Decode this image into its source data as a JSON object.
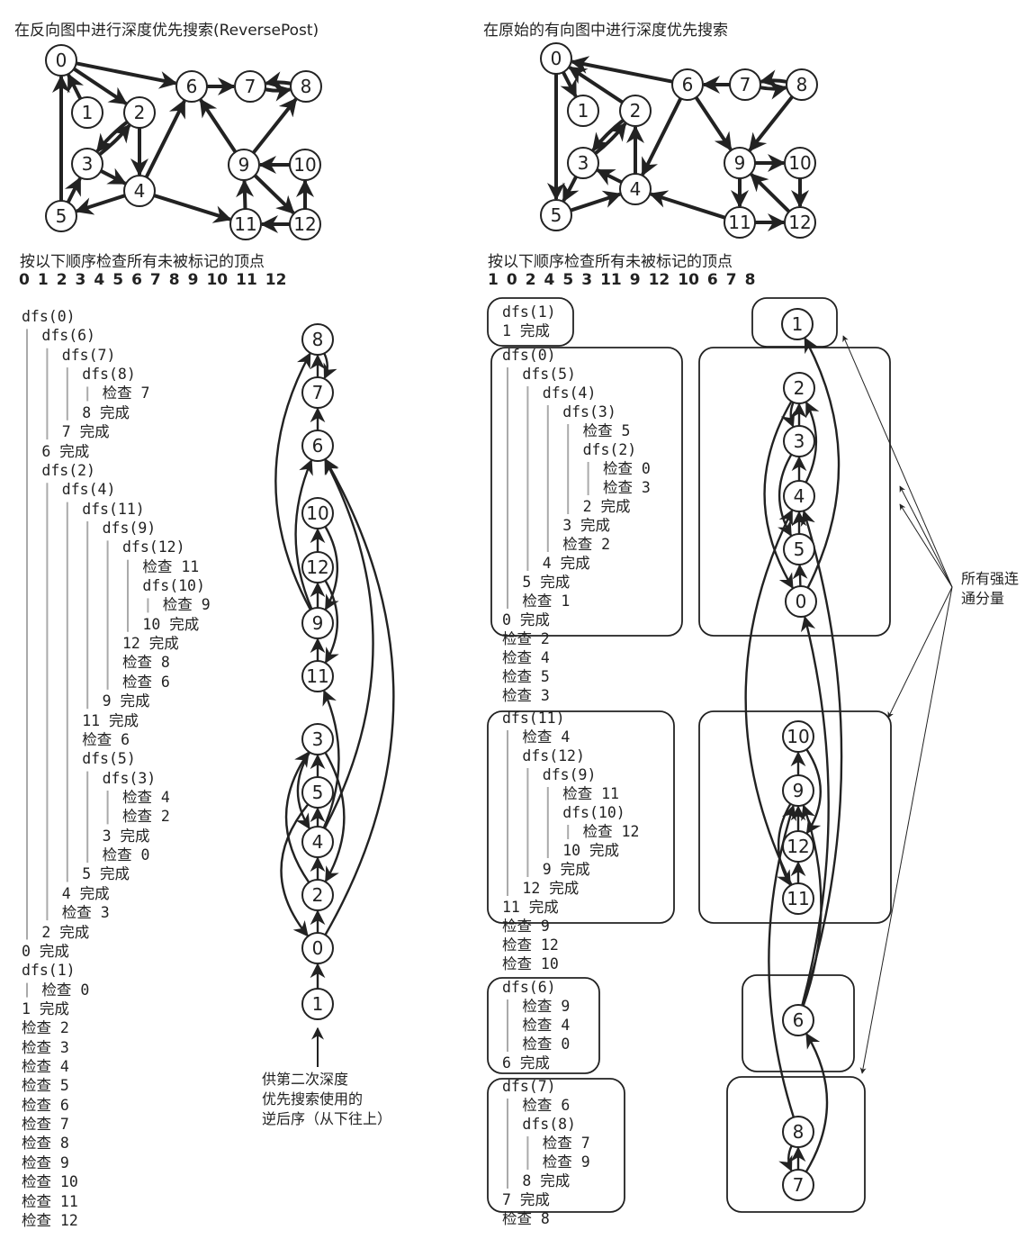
{
  "left": {
    "title": "在反向图中进行深度优先搜索(ReversePost)",
    "order_caption": "按以下顺序检查所有未被标记的顶点",
    "order": [
      "0",
      "1",
      "2",
      "3",
      "4",
      "5",
      "6",
      "7",
      "8",
      "9",
      "10",
      "11",
      "12"
    ],
    "edges": [
      [
        0,
        6
      ],
      [
        0,
        2
      ],
      [
        1,
        0
      ],
      [
        2,
        3
      ],
      [
        3,
        2
      ],
      [
        2,
        4
      ],
      [
        3,
        4
      ],
      [
        4,
        5
      ],
      [
        5,
        3
      ],
      [
        5,
        0
      ],
      [
        4,
        6
      ],
      [
        4,
        11
      ],
      [
        6,
        7
      ],
      [
        7,
        8
      ],
      [
        8,
        7
      ],
      [
        9,
        6
      ],
      [
        9,
        8
      ],
      [
        10,
        9
      ],
      [
        9,
        12
      ],
      [
        11,
        9
      ],
      [
        12,
        10
      ],
      [
        12,
        11
      ]
    ],
    "trace": [
      {
        "l": 0,
        "t": "dfs(0)"
      },
      {
        "l": 1,
        "t": "dfs(6)"
      },
      {
        "l": 2,
        "t": "dfs(7)"
      },
      {
        "l": 3,
        "t": "dfs(8)"
      },
      {
        "l": 4,
        "t": "检查 7"
      },
      {
        "l": 3,
        "t": "8 完成"
      },
      {
        "l": 2,
        "t": "7 完成"
      },
      {
        "l": 1,
        "t": "6 完成"
      },
      {
        "l": 1,
        "t": "dfs(2)"
      },
      {
        "l": 2,
        "t": "dfs(4)"
      },
      {
        "l": 3,
        "t": "dfs(11)"
      },
      {
        "l": 4,
        "t": "dfs(9)"
      },
      {
        "l": 5,
        "t": "dfs(12)"
      },
      {
        "l": 6,
        "t": "检查 11"
      },
      {
        "l": 6,
        "t": "dfs(10)"
      },
      {
        "l": 7,
        "t": "检查 9"
      },
      {
        "l": 6,
        "t": "10 完成"
      },
      {
        "l": 5,
        "t": "12 完成"
      },
      {
        "l": 5,
        "t": "检查 8"
      },
      {
        "l": 5,
        "t": "检查 6"
      },
      {
        "l": 4,
        "t": "9 完成"
      },
      {
        "l": 3,
        "t": "11 完成"
      },
      {
        "l": 3,
        "t": "检查 6"
      },
      {
        "l": 3,
        "t": "dfs(5)"
      },
      {
        "l": 4,
        "t": "dfs(3)"
      },
      {
        "l": 5,
        "t": "检查 4"
      },
      {
        "l": 5,
        "t": "检查 2"
      },
      {
        "l": 4,
        "t": "3 完成"
      },
      {
        "l": 4,
        "t": "检查 0"
      },
      {
        "l": 3,
        "t": "5 完成"
      },
      {
        "l": 2,
        "t": "4 完成"
      },
      {
        "l": 2,
        "t": "检查 3"
      },
      {
        "l": 1,
        "t": "2 完成"
      },
      {
        "l": 0,
        "t": "0 完成"
      },
      {
        "l": 0,
        "t": "dfs(1)"
      },
      {
        "l": 1,
        "t": "检查 0"
      },
      {
        "l": 0,
        "t": "1 完成"
      },
      {
        "l": 0,
        "t": "检查 2"
      },
      {
        "l": 0,
        "t": "检查 3"
      },
      {
        "l": 0,
        "t": "检查 4"
      },
      {
        "l": 0,
        "t": "检查 5"
      },
      {
        "l": 0,
        "t": "检查 6"
      },
      {
        "l": 0,
        "t": "检查 7"
      },
      {
        "l": 0,
        "t": "检查 8"
      },
      {
        "l": 0,
        "t": "检查 9"
      },
      {
        "l": 0,
        "t": "检查 10"
      },
      {
        "l": 0,
        "t": "检查 11"
      },
      {
        "l": 0,
        "t": "检查 12"
      }
    ],
    "reverse_post": [
      "8",
      "7",
      "6",
      "10",
      "12",
      "9",
      "11",
      "3",
      "5",
      "4",
      "2",
      "0",
      "1"
    ],
    "note": [
      "供第二次深度",
      "优先搜索使用的",
      "逆后序（从下往上）"
    ]
  },
  "right": {
    "title": "在原始的有向图中进行深度优先搜索",
    "order_caption": "按以下顺序检查所有未被标记的顶点",
    "order": [
      "1",
      "0",
      "2",
      "4",
      "5",
      "3",
      "11",
      "9",
      "12",
      "10",
      "6",
      "7",
      "8"
    ],
    "edges": [
      [
        0,
        1
      ],
      [
        0,
        5
      ],
      [
        2,
        0
      ],
      [
        2,
        3
      ],
      [
        3,
        2
      ],
      [
        3,
        5
      ],
      [
        4,
        2
      ],
      [
        4,
        3
      ],
      [
        5,
        4
      ],
      [
        6,
        0
      ],
      [
        6,
        4
      ],
      [
        6,
        9
      ],
      [
        7,
        6
      ],
      [
        7,
        8
      ],
      [
        8,
        7
      ],
      [
        8,
        9
      ],
      [
        9,
        10
      ],
      [
        9,
        11
      ],
      [
        10,
        12
      ],
      [
        11,
        4
      ],
      [
        11,
        12
      ],
      [
        12,
        9
      ]
    ],
    "trace": [
      {
        "l": 0,
        "t": "dfs(1)"
      },
      {
        "l": 0,
        "t": "1 完成"
      },
      {
        "l": 0,
        "t": "dfs(0)"
      },
      {
        "l": 1,
        "t": "dfs(5)"
      },
      {
        "l": 2,
        "t": "dfs(4)"
      },
      {
        "l": 3,
        "t": "dfs(3)"
      },
      {
        "l": 4,
        "t": "检查 5"
      },
      {
        "l": 4,
        "t": "dfs(2)"
      },
      {
        "l": 5,
        "t": "检查 0"
      },
      {
        "l": 5,
        "t": "检查 3"
      },
      {
        "l": 4,
        "t": "2 完成"
      },
      {
        "l": 3,
        "t": "3 完成"
      },
      {
        "l": 3,
        "t": "检查 2"
      },
      {
        "l": 2,
        "t": "4 完成"
      },
      {
        "l": 1,
        "t": "5 完成"
      },
      {
        "l": 1,
        "t": "检查 1"
      },
      {
        "l": 0,
        "t": "0 完成"
      },
      {
        "l": 0,
        "t": "检查 2"
      },
      {
        "l": 0,
        "t": "检查 4"
      },
      {
        "l": 0,
        "t": "检查 5"
      },
      {
        "l": 0,
        "t": "检查 3"
      },
      {
        "l": 0,
        "t": "dfs(11)"
      },
      {
        "l": 1,
        "t": "检查 4"
      },
      {
        "l": 1,
        "t": "dfs(12)"
      },
      {
        "l": 2,
        "t": "dfs(9)"
      },
      {
        "l": 3,
        "t": "检查 11"
      },
      {
        "l": 3,
        "t": "dfs(10)"
      },
      {
        "l": 4,
        "t": "检查 12"
      },
      {
        "l": 3,
        "t": "10 完成"
      },
      {
        "l": 2,
        "t": "9 完成"
      },
      {
        "l": 1,
        "t": "12 完成"
      },
      {
        "l": 0,
        "t": "11 完成"
      },
      {
        "l": 0,
        "t": "检查 9"
      },
      {
        "l": 0,
        "t": "检查 12"
      },
      {
        "l": 0,
        "t": "检查 10"
      },
      {
        "l": 0,
        "t": "dfs(6)"
      },
      {
        "l": 1,
        "t": "检查 9"
      },
      {
        "l": 1,
        "t": "检查 4"
      },
      {
        "l": 1,
        "t": "检查 0"
      },
      {
        "l": 0,
        "t": "6 完成"
      },
      {
        "l": 0,
        "t": "dfs(7)"
      },
      {
        "l": 1,
        "t": "检查 6"
      },
      {
        "l": 1,
        "t": "dfs(8)"
      },
      {
        "l": 2,
        "t": "检查 7"
      },
      {
        "l": 2,
        "t": "检查 9"
      },
      {
        "l": 1,
        "t": "8 完成"
      },
      {
        "l": 0,
        "t": "7 完成"
      },
      {
        "l": 0,
        "t": "检查 8"
      }
    ],
    "components": [
      [
        "1"
      ],
      [
        "2",
        "3",
        "4",
        "5",
        "0"
      ],
      [
        "10",
        "9",
        "12",
        "11"
      ],
      [
        "6"
      ],
      [
        "8",
        "7"
      ]
    ],
    "scc_label": [
      "所有强连",
      "通分量"
    ]
  }
}
